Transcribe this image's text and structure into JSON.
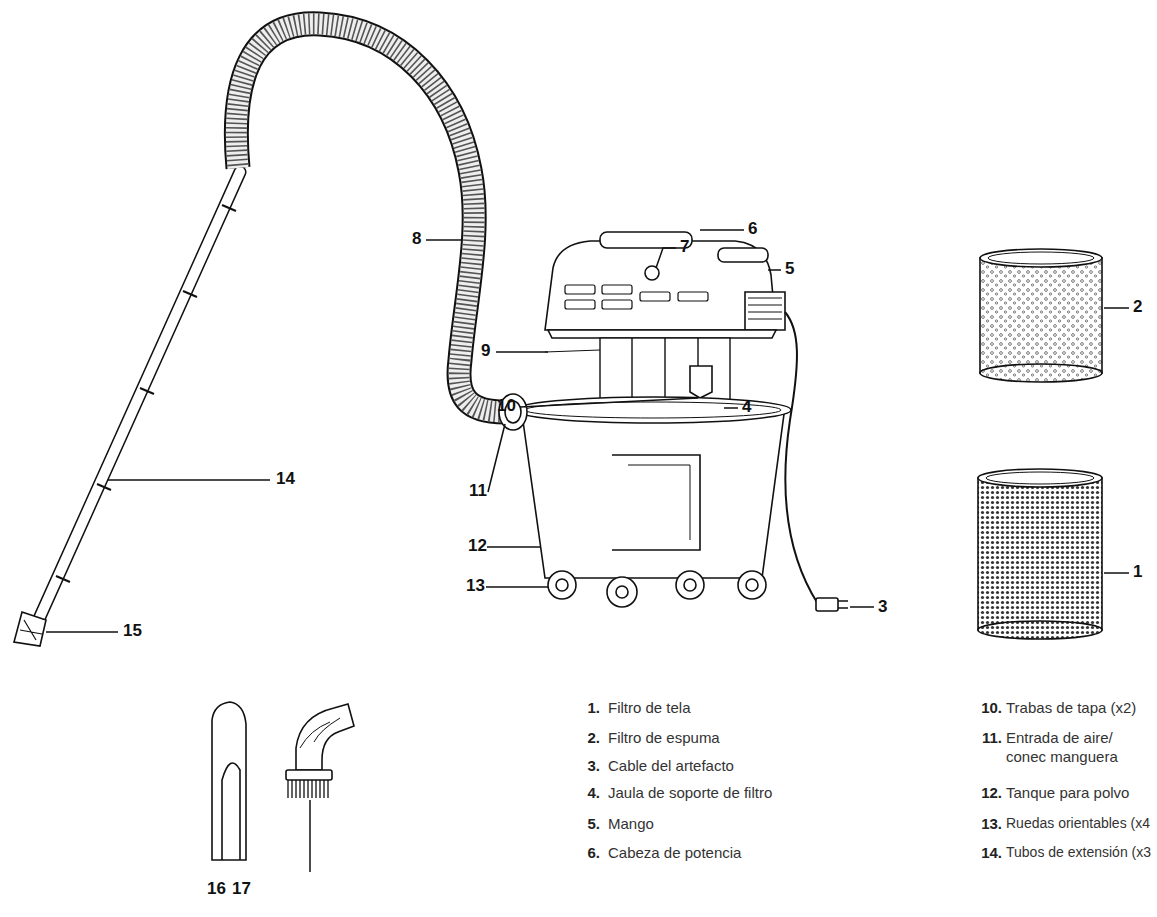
{
  "diagram": {
    "labels": [
      "8",
      "7",
      "6",
      "5",
      "9",
      "10",
      "4",
      "11",
      "12",
      "13",
      "3",
      "2",
      "1",
      "14",
      "15",
      "16",
      "17",
      "1.",
      "Filtro de tela",
      "2.",
      "Filtro de espuma",
      "3.",
      "Cable del artefacto",
      "4.",
      "Jaula de soporte de filtro",
      "5.",
      "Mango",
      "6.",
      "Cabeza de potencia",
      "10.",
      "Trabas de tapa (x2)",
      "11.",
      "Entrada de aire/ conec manguera",
      "12.",
      "Tanque para polvo",
      "13.",
      "Ruedas orientables (x4",
      "14.",
      "Tubos de extensión (x3"
    ]
  }
}
